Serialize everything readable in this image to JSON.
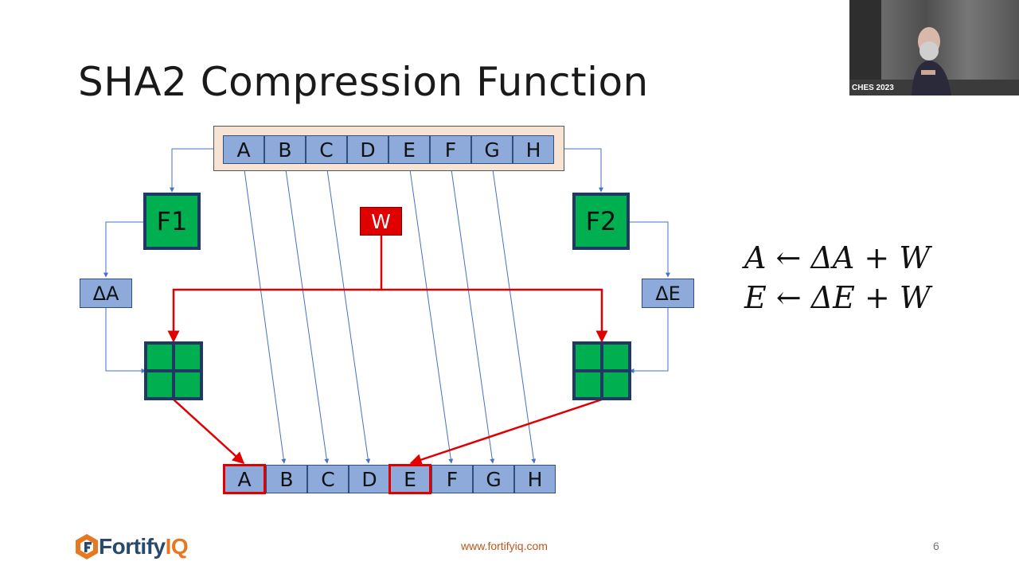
{
  "slide": {
    "title": "SHA2 Compression Function",
    "input_registers": [
      "A",
      "B",
      "C",
      "D",
      "E",
      "F",
      "G",
      "H"
    ],
    "output_registers": [
      "A",
      "B",
      "C",
      "D",
      "E",
      "F",
      "G",
      "H"
    ],
    "highlighted_outputs": [
      "A",
      "E"
    ],
    "f1_label": "F1",
    "f2_label": "F2",
    "w_label": "W",
    "delta_a_label": "ΔA",
    "delta_e_label": "ΔE",
    "equations": [
      "A ← ΔA + W",
      "E ← ΔE + W"
    ],
    "footer_url": "www.fortifyiq.com",
    "page_number": "6"
  },
  "logo": {
    "text_main": "Fortify",
    "text_accent": "IQ"
  },
  "video": {
    "label": "CHES 2023"
  },
  "colors": {
    "register": "#8eaadb",
    "function_box": "#00b050",
    "highlight": "#e00000",
    "frame": "#f6e3d4",
    "wire": "#4472c4"
  }
}
